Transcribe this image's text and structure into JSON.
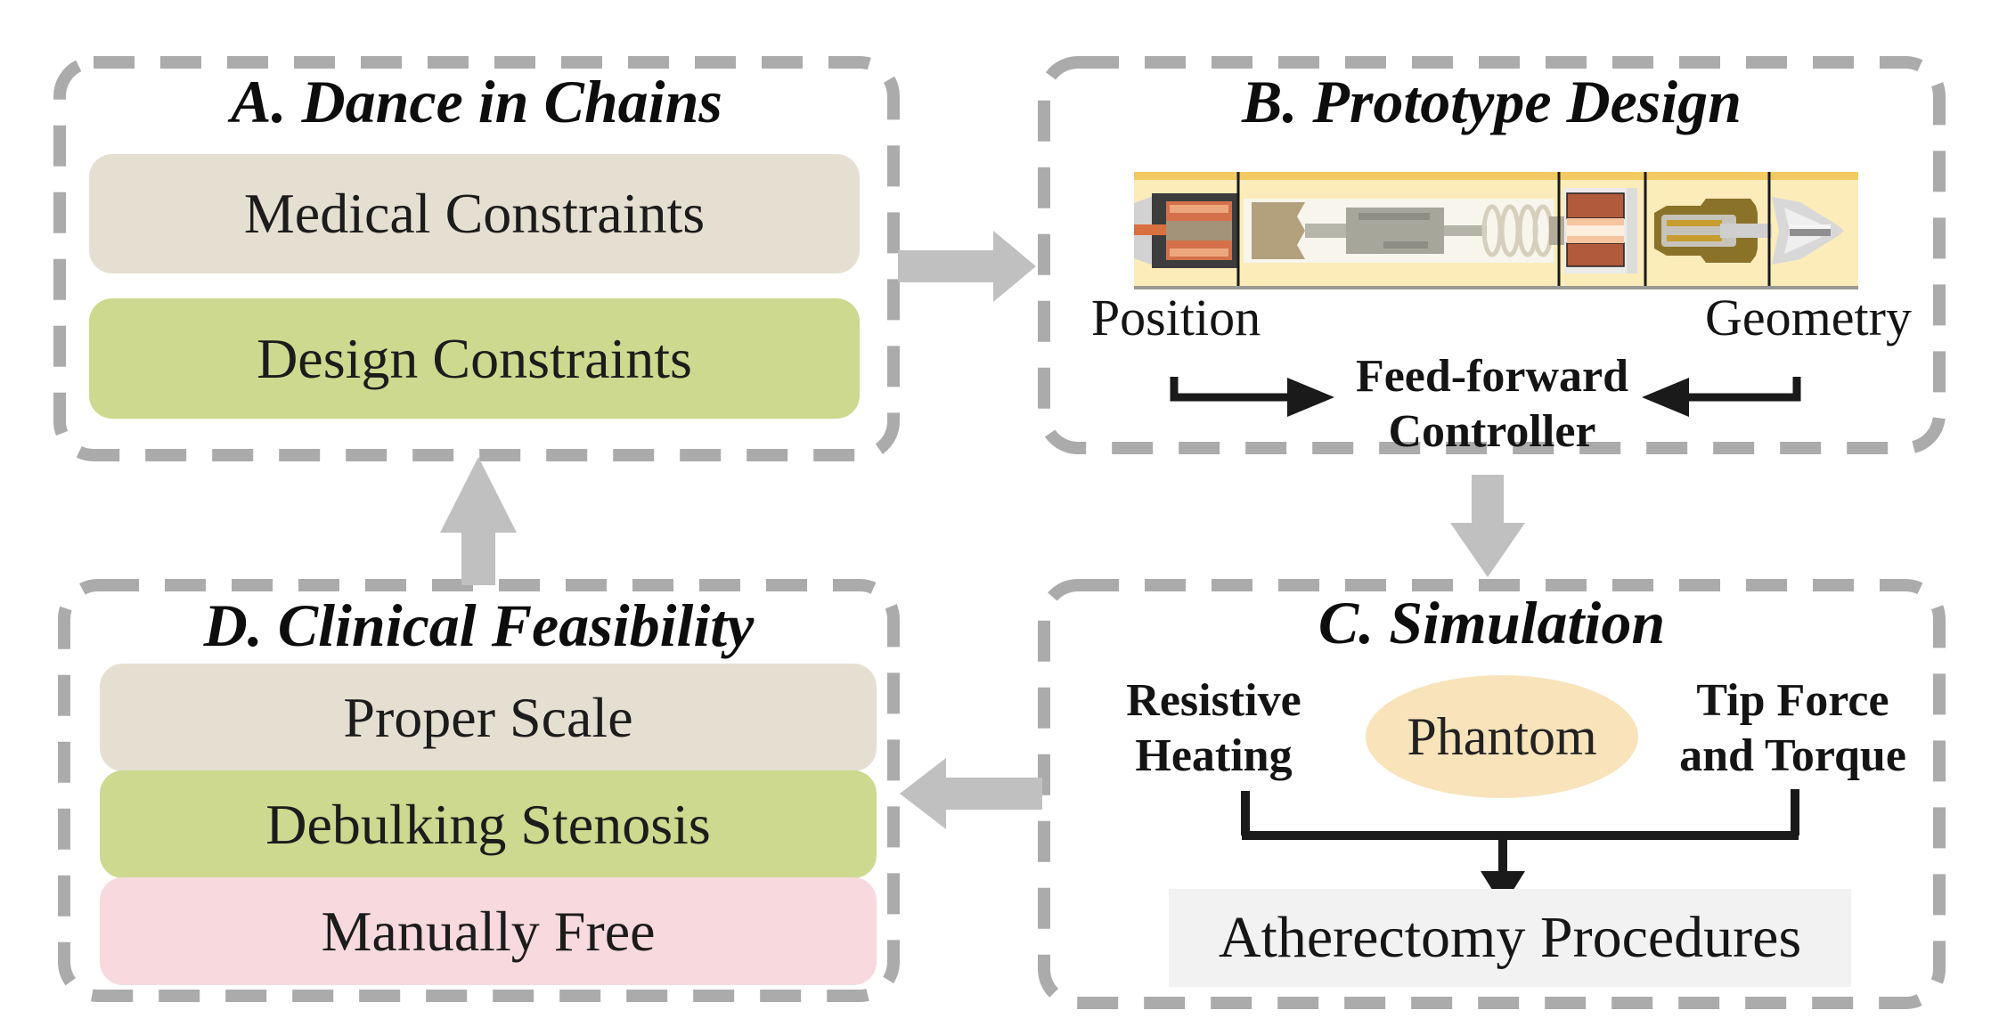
{
  "diagram": {
    "panels": {
      "a": {
        "title": "A. Dance in Chains",
        "boxes": [
          {
            "label": "Medical Constraints",
            "color": "#e5dfd1"
          },
          {
            "label": "Design Constraints",
            "color": "#ccd98e"
          }
        ]
      },
      "b": {
        "title": "B. Prototype Design",
        "position_label": "Position",
        "geometry_label": "Geometry",
        "controller_label": "Feed-forward\nController",
        "device_image": "prototype-cross-section"
      },
      "c": {
        "title": "C. Simulation",
        "resistive_label": "Resistive\nHeating",
        "phantom_label": "Phantom",
        "tip_label": "Tip Force\nand Torque",
        "procedures_label": "Atherectomy Procedures"
      },
      "d": {
        "title": "D. Clinical Feasibility",
        "boxes": [
          {
            "label": "Proper Scale",
            "color": "#e5dfd1"
          },
          {
            "label": "Debulking Stenosis",
            "color": "#ccd98e"
          },
          {
            "label": "Manually Free",
            "color": "#f7d9de"
          }
        ]
      }
    },
    "flow": [
      "A. Dance in Chains -> B. Prototype Design",
      "B. Prototype Design -> C. Simulation",
      "C. Simulation -> D. Clinical Feasibility",
      "D. Clinical Feasibility -> A. Dance in Chains"
    ],
    "colors": {
      "dashed_border_gray": "#ababab",
      "cycle_arrow_gray": "#c0c0c0",
      "connector_black": "#1a1a1a",
      "beige_box": "#e5dfd1",
      "green_box": "#ccd98e",
      "pink_box": "#f7d9de",
      "phantom_tan": "#f8e3ba",
      "procedures_gray": "#f2f2f2",
      "device_bg_yellow": "#fbecba"
    }
  }
}
